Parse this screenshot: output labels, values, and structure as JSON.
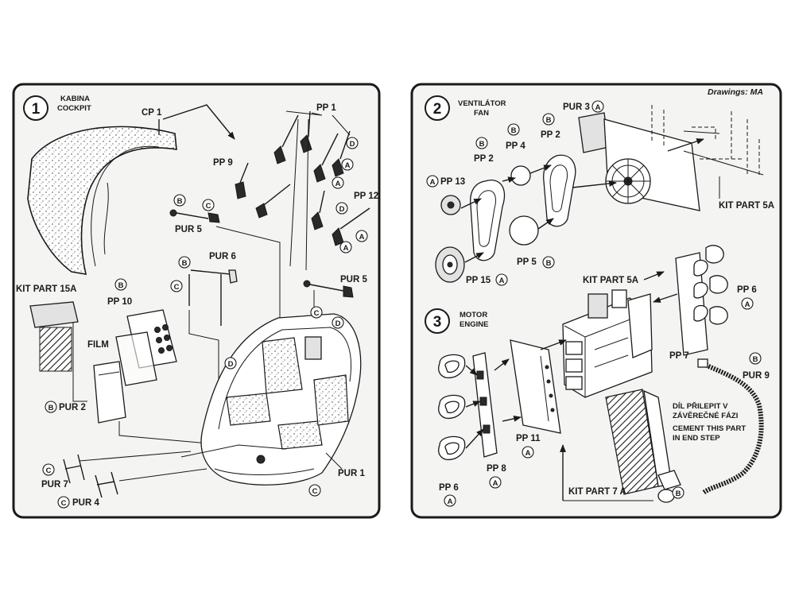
{
  "credit": "Drawings: MA",
  "panel1": {
    "step_number": "1",
    "title_cz": "KABINA",
    "title_en": "COCKPIT",
    "labels": {
      "cp1": "CP 1",
      "pp1": "PP 1",
      "pp9": "PP 9",
      "pp12": "PP 12",
      "pur5_top": "PUR 5",
      "pur6": "PUR 6",
      "pur5_right": "PUR 5",
      "kit_part_15a": "KIT PART 15A",
      "pp10": "PP 10",
      "film": "FILM",
      "pur2": "PUR 2",
      "pur7": "PUR 7",
      "pur4": "PUR 4",
      "pur1": "PUR 1"
    },
    "markers": {
      "b": "B",
      "c": "C",
      "d": "D",
      "a": "A"
    }
  },
  "panel2": {
    "step_number": "2",
    "title_cz": "VENTILÁTOR",
    "title_en": "FAN",
    "labels": {
      "pur3": "PUR 3",
      "pp4": "PP 4",
      "pp2_left": "PP 2",
      "pp2_right": "PP 2",
      "pp13": "PP 13",
      "kit_part_5a": "KIT PART 5A",
      "pp5": "PP 5",
      "pp15": "PP 15"
    }
  },
  "panel3": {
    "step_number": "3",
    "title_cz": "MOTOR",
    "title_en": "ENGINE",
    "labels": {
      "kit_part_5a": "KIT PART 5A",
      "pp6_right": "PP 6",
      "pp7": "PP 7",
      "pur9": "PUR 9",
      "note_cz_1": "DÍL PŘILEPIT V",
      "note_cz_2": "ZÁVĚREČNÉ FÁZI",
      "note_en_1": "CEMENT THIS PART",
      "note_en_2": "IN END STEP",
      "pp11": "PP 11",
      "pp8": "PP 8",
      "pp6_left": "PP 6",
      "kit_part_7a": "KIT PART 7 A"
    }
  }
}
